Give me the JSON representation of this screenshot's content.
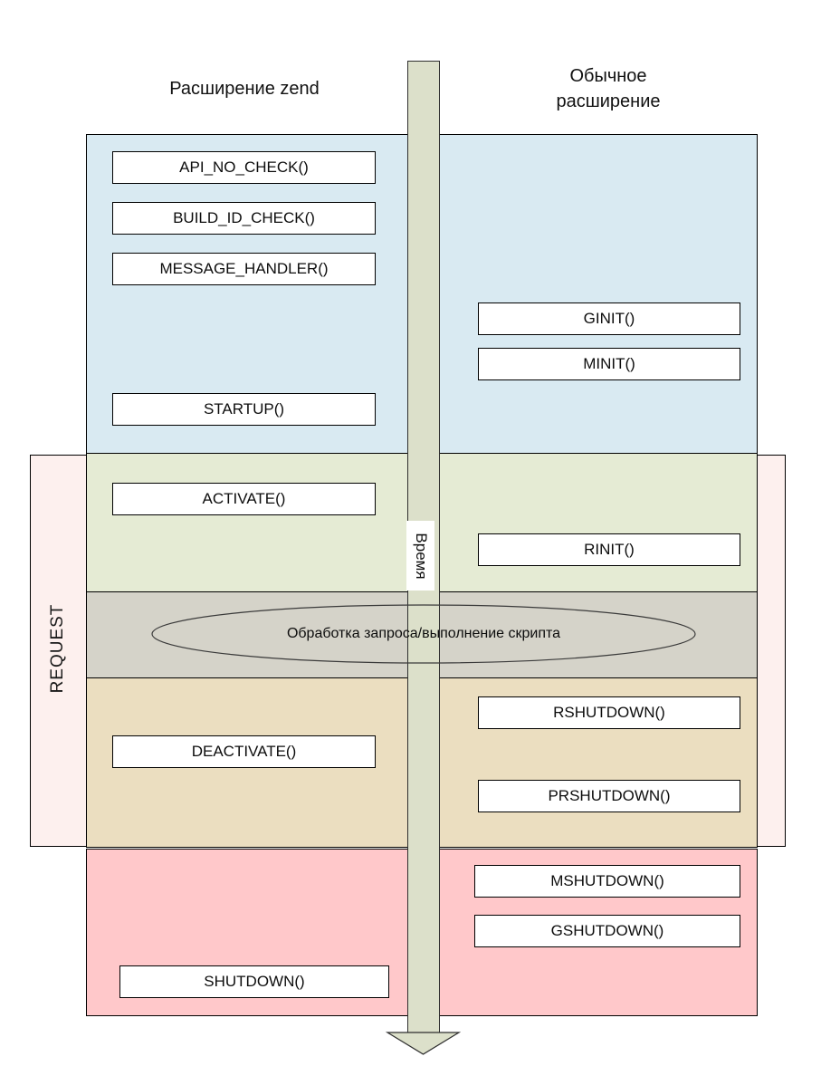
{
  "header": {
    "left_title": "Расширение zend",
    "right_title_line1": "Обычное",
    "right_title_line2": "расширение"
  },
  "timeline": {
    "label": "Время"
  },
  "request": {
    "label": "REQUEST"
  },
  "process_ellipse": {
    "label": "Обработка запроса/выполнение скрипта"
  },
  "colors": {
    "startup_phase": "#d9eaf2",
    "activation_phase": "#e5ebd4",
    "execution_phase": "#d5d3c9",
    "deactivation_phase": "#ebdec0",
    "shutdown_phase": "#ffc8ca",
    "timeline_arrow": "#dce0ca",
    "request_box_background": "#fdf0ee",
    "function_box_background": "#ffffff",
    "border": "#000000"
  },
  "boxes": {
    "api_no_check": "API_NO_CHECK()",
    "build_id_check": "BUILD_ID_CHECK()",
    "message_handler": "MESSAGE_HANDLER()",
    "startup": "STARTUP()",
    "ginit": "GINIT()",
    "minit": "MINIT()",
    "activate": "ACTIVATE()",
    "rinit": "RINIT()",
    "deactivate": "DEACTIVATE()",
    "rshutdown": "RSHUTDOWN()",
    "prshutdown": "PRSHUTDOWN()",
    "mshutdown": "MSHUTDOWN()",
    "gshutdown": "GSHUTDOWN()",
    "shutdown": "SHUTDOWN()"
  }
}
